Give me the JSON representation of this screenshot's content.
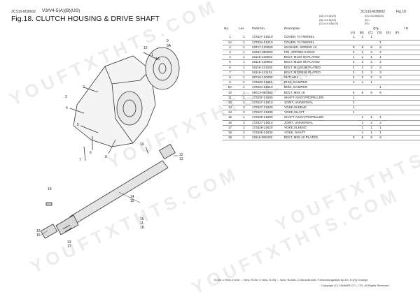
{
  "header": {
    "code_left": "3CS10-M38602",
    "model": "V3/V4-5(A)(B)(US)",
    "figure_title": "Fig.18.  CLUTCH HOUSING & DRIVE SHAFT",
    "code_right": "3CS10-M38602",
    "fig_right": "Fig.18",
    "variants_left": [
      "(A)=V3-5(US)",
      "(B)=V4-5(US)",
      "(C)=V4-5A(US)"
    ],
    "variants_right": [
      "(D)=V4-5B(US)",
      "(E)=",
      "(F)="
    ]
  },
  "table": {
    "headers": {
      "no": "No.",
      "lev": "Lev.",
      "parts_no": "Parts No.",
      "description": "Description",
      "qty": "Q'ty",
      "remarks": "I  R"
    },
    "qty_cols": [
      "(A)",
      "(B)",
      "(C)",
      "(D)",
      "(E)",
      "(F)"
    ],
    "rows": [
      {
        "no": "1",
        "lev": "1",
        "part": "172527-21510",
        "desc": "COVER, FLYWHEEL",
        "q": [
          "1",
          "1",
          "1",
          "",
          "",
          ""
        ]
      },
      {
        "no": "1A",
        "lev": "1",
        "part": "172534-21210",
        "desc": "COVER, FLYWHEEL",
        "q": [
          "",
          "",
          "",
          "1",
          "",
          ""
        ]
      },
      {
        "no": "2",
        "lev": "1",
        "part": "22217-120000",
        "desc": "WASHER, SPRING 12",
        "q": [
          "8",
          "8",
          "8",
          "8",
          "",
          ""
        ]
      },
      {
        "no": "3",
        "lev": "1",
        "part": "22261-080020",
        "desc": "PIN, SPRING 8.0X20",
        "q": [
          "2",
          "2",
          "2",
          "2",
          "",
          ""
        ]
      },
      {
        "no": "4",
        "lev": "1",
        "part": "26116-120601",
        "desc": "BOLT, M12X 60 PLATED",
        "q": [
          "1",
          "1",
          "1",
          "1",
          "",
          ""
        ]
      },
      {
        "no": "5",
        "lev": "1",
        "part": "26116-120952",
        "desc": "BOLT, M12X 95 PLATED",
        "q": [
          "2",
          "2",
          "2",
          "2",
          "",
          ""
        ]
      },
      {
        "no": "6",
        "lev": "1",
        "part": "26116-121002",
        "desc": "BOLT, M12X100 PLATED",
        "q": [
          "2",
          "2",
          "2",
          "2",
          "",
          ""
        ]
      },
      {
        "no": "7",
        "lev": "1",
        "part": "26116-121102",
        "desc": "BOLT, M12X110 PLATED",
        "q": [
          "3",
          "3",
          "3",
          "3",
          "",
          ""
        ]
      },
      {
        "no": "8",
        "lev": "1",
        "part": "26716-120002",
        "desc": "NUT, M12",
        "q": [
          "2",
          "2",
          "2",
          "2",
          "",
          ""
        ]
      },
      {
        "no": "9",
        "lev": "1",
        "part": "172520-21511",
        "desc": "DISK, DAMPER",
        "q": [
          "1",
          "1",
          "1",
          "",
          "",
          ""
        ]
      },
      {
        "no": "9A",
        "lev": "1",
        "part": "172534-21510",
        "desc": "DISK, DAMPER",
        "q": [
          "",
          "",
          "",
          "1",
          "",
          ""
        ]
      },
      {
        "no": "10",
        "lev": "1",
        "part": "26013-080162",
        "desc": "BOLT, M8X 16",
        "q": [
          "6",
          "6",
          "6",
          "6",
          "",
          ""
        ]
      },
      {
        "no": "11",
        "lev": "1",
        "part": "172527-21800",
        "desc": "SHAFT ASSY,PROPELLER",
        "q": [
          "1",
          "",
          "",
          "",
          "",
          ""
        ]
      },
      {
        "no": "12",
        "lev": "2",
        "part": "172527-21810",
        "desc": "JOINT, UNIVERSAL",
        "q": [
          "2",
          "",
          "",
          "",
          "",
          ""
        ]
      },
      {
        "no": "13",
        "lev": "2",
        "part": "172527-21820",
        "desc": "YOKE,SLEEVE",
        "q": [
          "1",
          "",
          "",
          "",
          "",
          ""
        ]
      },
      {
        "no": "14",
        "lev": "2",
        "part": "172527-21830",
        "desc": "YOKE,SHAFT",
        "q": [
          "1",
          "",
          "",
          "",
          "",
          ""
        ]
      },
      {
        "no": "15",
        "lev": "1",
        "part": "172528-21800",
        "desc": "SHAFT ASSY,PROPELLER",
        "q": [
          "",
          "1",
          "1",
          "1",
          "",
          ""
        ]
      },
      {
        "no": "16",
        "lev": "2",
        "part": "172527-21810",
        "desc": "JOINT, UNIVERSAL",
        "q": [
          "",
          "2",
          "2",
          "2",
          "",
          ""
        ]
      },
      {
        "no": "17",
        "lev": "2",
        "part": "172528-21820",
        "desc": "YOKE,SLEEVE",
        "q": [
          "",
          "1",
          "1",
          "1",
          "",
          ""
        ]
      },
      {
        "no": "18",
        "lev": "2",
        "part": "172528-21830",
        "desc": "YOKE, SHAFT",
        "q": [
          "",
          "1",
          "1",
          "1",
          "",
          ""
        ]
      },
      {
        "no": "19",
        "lev": "1",
        "part": "26116-080402",
        "desc": "BOLT, M8X 40 PLATED",
        "q": [
          "8",
          "8",
          "8",
          "8",
          "",
          ""
        ]
      }
    ]
  },
  "callouts": [
    "1",
    "1A",
    "2",
    "3",
    "4",
    "5",
    "6",
    "7",
    "8",
    "9",
    "9A",
    "10",
    "19",
    "12",
    "13",
    "14",
    "15",
    "16",
    "11",
    "18",
    "19",
    "12",
    "16",
    "13",
    "17"
  ],
  "watermark_text": "YOUFTXTHTS.COM",
  "footer": {
    "legend": "N:Old ⇒ New, Ω:Old ⇔ New, R:Old ⇒ New, S:Old ⇔ New, W:Add, Z:Discontinued, F:Interchangeable by std, K:Q'ty Change",
    "copyright": "Copyright (C)  YANMAR CO., LTD. All Rights Reserved."
  }
}
